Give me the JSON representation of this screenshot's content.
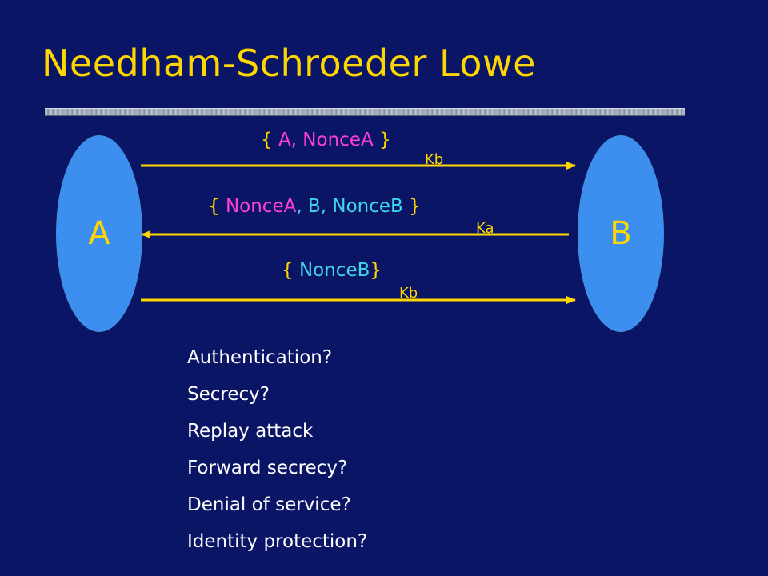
{
  "title": "Needham-Schroeder Lowe",
  "parties": {
    "a": "A",
    "b": "B"
  },
  "messages": [
    {
      "direction": "A to B",
      "open": "{ ",
      "parts": [
        {
          "text": "A, NonceA",
          "color": "#ff40d8"
        }
      ],
      "close": " }",
      "key": "Kb"
    },
    {
      "direction": "B to A",
      "open": "{ ",
      "parts": [
        {
          "text": "NonceA",
          "color": "#ff40d8"
        },
        {
          "text": ", B, NonceB",
          "color": "#3ed6e8"
        }
      ],
      "close": " }",
      "key": "Ka"
    },
    {
      "direction": "A to B",
      "open": "{ ",
      "parts": [
        {
          "text": "NonceB",
          "color": "#3ed6e8"
        }
      ],
      "close": "}",
      "key": "Kb"
    }
  ],
  "questions": [
    "Authentication?",
    "Secrecy?",
    "Replay attack",
    "Forward secrecy?",
    "Denial of service?",
    "Identity protection?"
  ],
  "colors": {
    "background": "#0b1566",
    "accent": "#ffd700",
    "party_fill": "#3d8fef",
    "pink": "#ff40d8",
    "cyan": "#3ed6e8"
  }
}
